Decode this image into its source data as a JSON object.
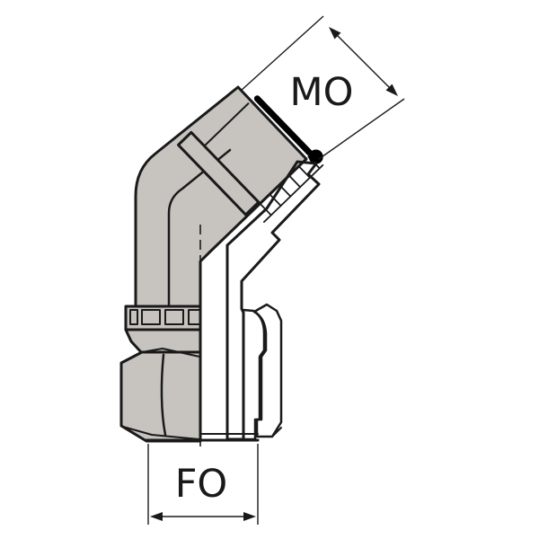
{
  "drawing": {
    "title": "45-degree elbow fitting half-section drawing",
    "labels": {
      "male_dimension": "MO",
      "female_dimension": "FO"
    },
    "colors": {
      "body_fill": "#c7c4c0",
      "line": "#1a1a1a",
      "seal": "#000000",
      "background": "#ffffff"
    }
  }
}
